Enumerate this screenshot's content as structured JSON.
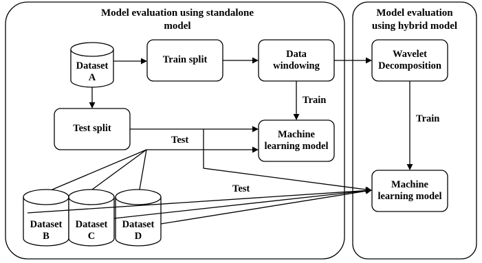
{
  "panels": {
    "standalone_title": [
      "Model evaluation using standalone",
      "model"
    ],
    "hybrid_title": [
      "Model evaluation",
      "using hybrid model"
    ]
  },
  "nodes": {
    "dataset_a": [
      "Dataset",
      "A"
    ],
    "train_split": "Train split",
    "data_windowing": [
      "Data",
      "windowing"
    ],
    "test_split": "Test split",
    "ml_model_standalone": [
      "Machine",
      "learning model"
    ],
    "dataset_b": [
      "Dataset",
      "B"
    ],
    "dataset_c": [
      "Dataset",
      "C"
    ],
    "dataset_d": [
      "Dataset",
      "D"
    ],
    "wavelet": [
      "Wavelet",
      "Decomposition"
    ],
    "ml_model_hybrid": [
      "Machine",
      "learning model"
    ]
  },
  "edges": {
    "train_standalone": "Train",
    "test_standalone": "Test",
    "test_hybrid": "Test",
    "train_hybrid": "Train"
  }
}
